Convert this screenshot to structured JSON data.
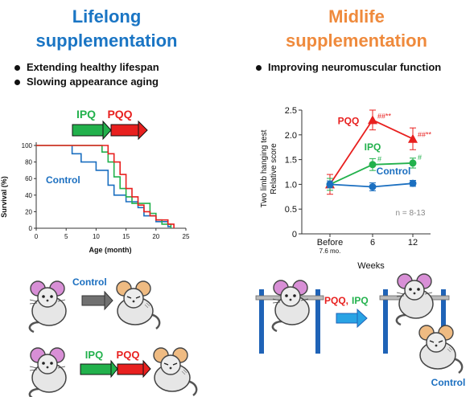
{
  "left": {
    "title_line1": "Lifelong",
    "title_line2": "supplementation",
    "bullets": [
      "Extending healthy lifespan",
      "Slowing appearance aging"
    ],
    "arrow_ipq": "IPQ",
    "arrow_pqq": "PQQ",
    "mice_label_control": "Control",
    "mice_label_ipq": "IPQ",
    "mice_label_pqq": "PQQ"
  },
  "right": {
    "title_line1": "Midlife",
    "title_line2": "supplementation",
    "bullets": [
      "Improving neuromuscular function"
    ],
    "treat_label_pqq": "PQQ,",
    "treat_label_ipq": "IPQ",
    "control_label": "Control"
  },
  "colors": {
    "blue": "#1a75c4",
    "orange": "#ef8a3c",
    "green": "#22a84a",
    "red": "#e8201f",
    "pqq_red": "#e8201f",
    "ipq_green": "#22b14c",
    "control_blue": "#1b6fc0"
  },
  "chart_data": [
    {
      "type": "line",
      "subtype": "survival-step",
      "title": "",
      "xlabel": "Age (month)",
      "ylabel": "Survival (%)",
      "xlim": [
        0,
        25
      ],
      "ylim": [
        0,
        100
      ],
      "xticks": [
        "0",
        "5",
        "10",
        "15",
        "20",
        "25"
      ],
      "yticks": [
        "0",
        "20",
        "40",
        "60",
        "80",
        "100"
      ],
      "series": [
        {
          "name": "Control",
          "color": "#1b6fc0",
          "points": [
            [
              6,
              100
            ],
            [
              6,
              90
            ],
            [
              7.5,
              90
            ],
            [
              7.5,
              80
            ],
            [
              10,
              80
            ],
            [
              10,
              70
            ],
            [
              12,
              70
            ],
            [
              12,
              52
            ],
            [
              13,
              52
            ],
            [
              13,
              40
            ],
            [
              15,
              40
            ],
            [
              15,
              32
            ],
            [
              17,
              32
            ],
            [
              17,
              25
            ],
            [
              18,
              25
            ],
            [
              18,
              15
            ],
            [
              20,
              15
            ],
            [
              20,
              8
            ],
            [
              22,
              8
            ],
            [
              22,
              2
            ],
            [
              22.5,
              2
            ]
          ]
        },
        {
          "name": "IPQ",
          "color": "#22b14c",
          "points": [
            [
              0,
              100
            ],
            [
              11,
              100
            ],
            [
              11,
              92
            ],
            [
              12,
              92
            ],
            [
              12,
              80
            ],
            [
              13,
              80
            ],
            [
              13,
              62
            ],
            [
              14,
              62
            ],
            [
              14,
              48
            ],
            [
              15,
              48
            ],
            [
              15,
              38
            ],
            [
              16,
              38
            ],
            [
              16,
              30
            ],
            [
              19,
              30
            ],
            [
              19,
              18
            ],
            [
              20,
              18
            ],
            [
              20,
              10
            ],
            [
              21,
              10
            ],
            [
              21,
              5
            ],
            [
              22.5,
              5
            ],
            [
              22.5,
              0
            ]
          ]
        },
        {
          "name": "PQQ",
          "color": "#e8201f",
          "points": [
            [
              0,
              100
            ],
            [
              12,
              100
            ],
            [
              12,
              90
            ],
            [
              13,
              90
            ],
            [
              13,
              80
            ],
            [
              14,
              80
            ],
            [
              14,
              65
            ],
            [
              15,
              65
            ],
            [
              15,
              48
            ],
            [
              16,
              48
            ],
            [
              16,
              38
            ],
            [
              17,
              38
            ],
            [
              17,
              28
            ],
            [
              18,
              28
            ],
            [
              18,
              20
            ],
            [
              19,
              20
            ],
            [
              19,
              15
            ],
            [
              20,
              15
            ],
            [
              20,
              10
            ],
            [
              22,
              10
            ],
            [
              22,
              5
            ],
            [
              23,
              5
            ],
            [
              23,
              0
            ]
          ]
        }
      ],
      "annotations": [
        "Control"
      ]
    },
    {
      "type": "line",
      "title": "",
      "xlabel": "Weeks",
      "ylabel": "Two limb hanging test Relative score",
      "ylabel_lines": [
        "Two limb hanging test",
        "Relative score"
      ],
      "categories": [
        "Before",
        "6",
        "12"
      ],
      "category_sublabels": [
        "7.6 mo.",
        "",
        ""
      ],
      "ylim": [
        0,
        2.5
      ],
      "yticks": [
        "0",
        "0.5",
        "1.0",
        "1.5",
        "2.0",
        "2.5"
      ],
      "note": "n = 8-13",
      "series": [
        {
          "name": "PQQ",
          "color": "#e8201f",
          "marker": "triangle",
          "values": [
            1.0,
            2.3,
            1.92
          ],
          "errors": [
            0.2,
            0.2,
            0.22
          ],
          "labels": [
            "",
            "##**",
            "##**"
          ]
        },
        {
          "name": "IPQ",
          "color": "#22b14c",
          "marker": "circle",
          "values": [
            1.0,
            1.4,
            1.43
          ],
          "errors": [
            0.12,
            0.12,
            0.1
          ],
          "labels": [
            "",
            "#",
            "#"
          ]
        },
        {
          "name": "Control",
          "color": "#1b6fc0",
          "marker": "circle",
          "values": [
            1.0,
            0.95,
            1.02
          ],
          "errors": [
            0.07,
            0.08,
            0.06
          ],
          "labels": [
            "",
            "",
            ""
          ]
        }
      ]
    }
  ]
}
